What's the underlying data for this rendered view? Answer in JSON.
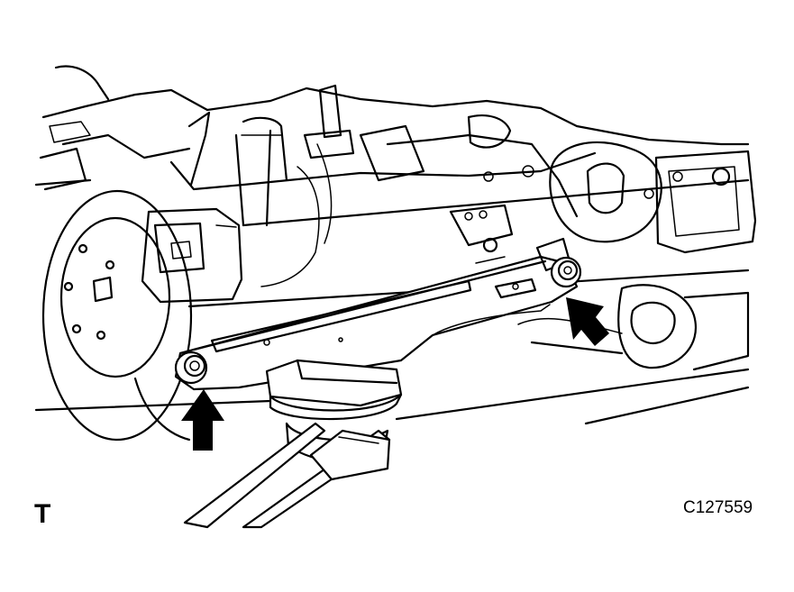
{
  "figure": {
    "corner_mark": "T",
    "figure_code": "C127559",
    "arrows": [
      {
        "id": "arrow-left-bolt",
        "direction": "up"
      },
      {
        "id": "arrow-right-bolt",
        "direction": "up-left"
      }
    ],
    "colors": {
      "line": "#000000",
      "background": "#ffffff"
    }
  }
}
